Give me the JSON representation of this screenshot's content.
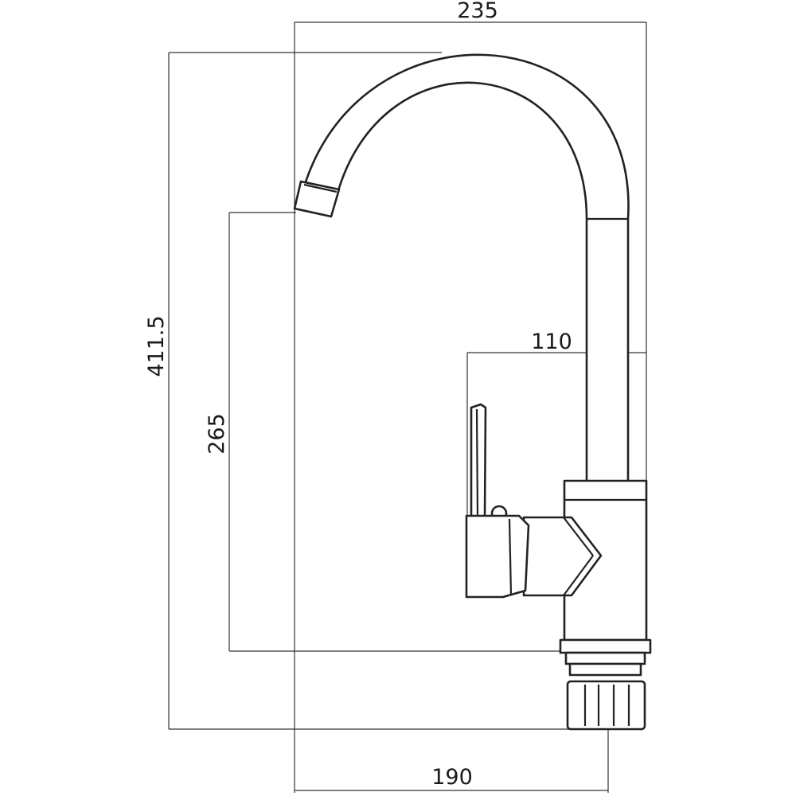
{
  "drawing": {
    "subject": "faucet-side-elevation",
    "dimensions": {
      "total_width": "235",
      "overall_height": "411.5",
      "spout_height": "265",
      "handle_offset": "110",
      "spout_reach": "190"
    }
  }
}
